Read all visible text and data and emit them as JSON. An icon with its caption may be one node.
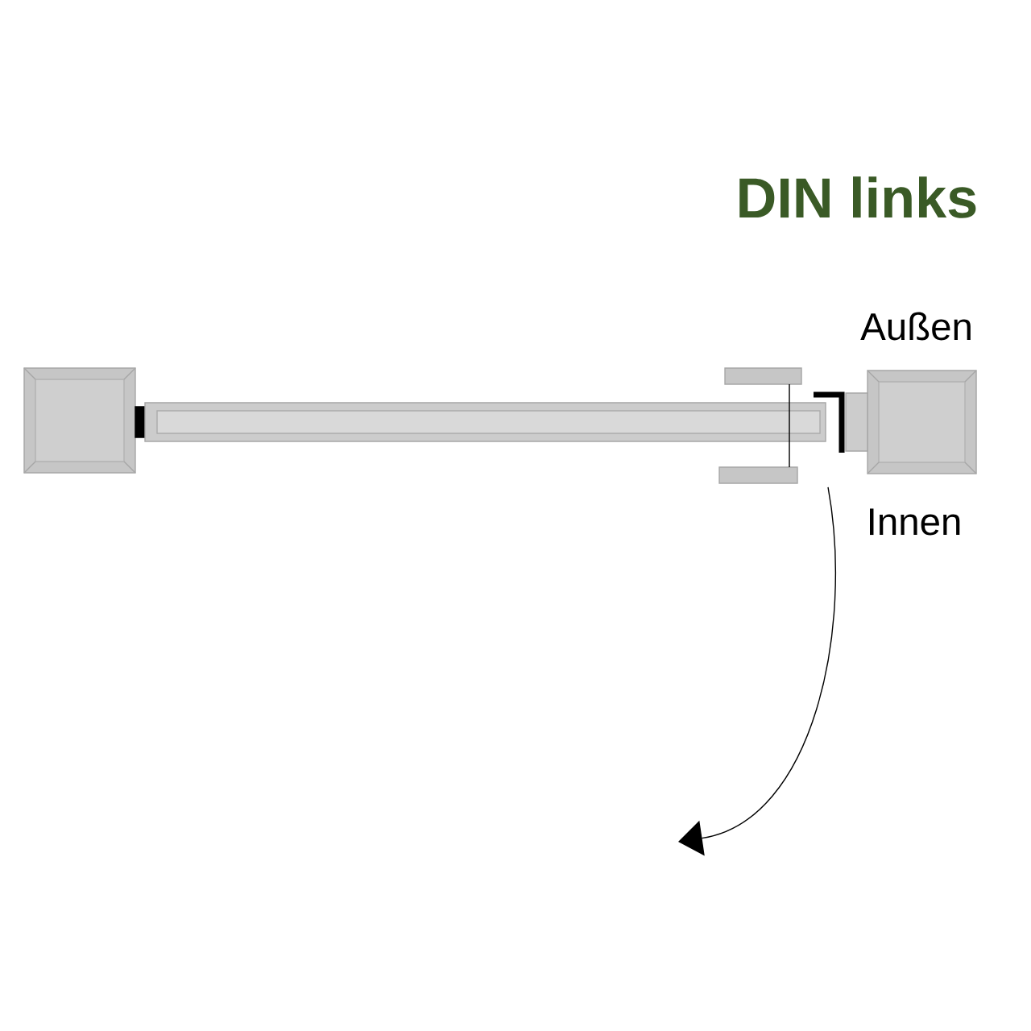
{
  "diagram": {
    "title": "DIN links",
    "labels": [
      "Außen",
      "Innen"
    ]
  }
}
